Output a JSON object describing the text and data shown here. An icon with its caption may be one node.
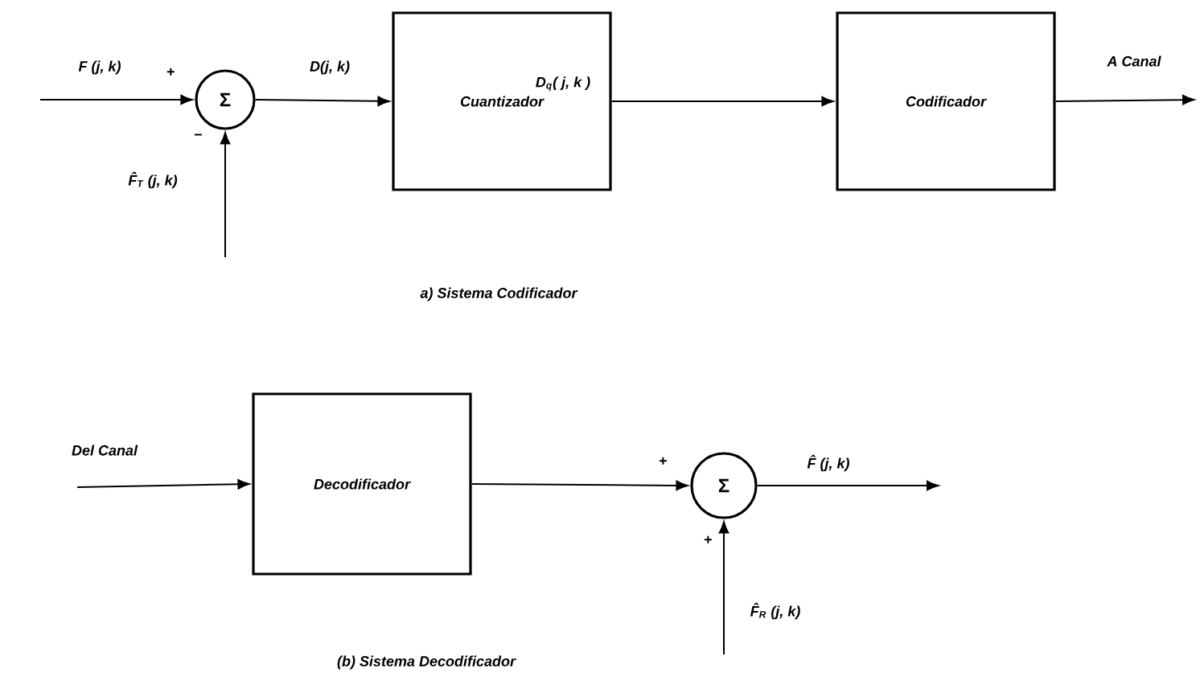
{
  "diagram": {
    "nodes": [
      {
        "text": [
          "Σ"
        ]
      },
      {
        "text": [
          "Cuantizador"
        ]
      },
      {
        "text": [
          "Codificador"
        ]
      },
      {
        "text": [
          "Decodificador"
        ]
      },
      {
        "text": [
          "Σ"
        ]
      }
    ],
    "edges": [
      {
        "from": null,
        "to": 0,
        "arrow": "to",
        "label": "F (j, k)"
      },
      {
        "from": null,
        "to": 0,
        "arrow": "to",
        "label": "F̂$_{T}$ (j, k)"
      },
      {
        "from": 0,
        "to": 1,
        "arrow": "to",
        "label": "D(j, k)"
      },
      {
        "from": 1,
        "to": 2,
        "arrow": "to",
        "label": "D$_{q}$( j, k )"
      },
      {
        "from": 2,
        "to": null,
        "arrow": "to",
        "label": "A Canal"
      },
      {
        "from": null,
        "to": 3,
        "arrow": "to",
        "label": "Del Canal"
      },
      {
        "from": 3,
        "to": 4,
        "arrow": "to"
      },
      {
        "from": null,
        "to": 4,
        "arrow": "to",
        "label": "F̂$_{R}$ (j, k)"
      },
      {
        "from": 4,
        "to": null,
        "arrow": "to",
        "label": "F̂ (j, k)"
      }
    ],
    "labels": [
      "+",
      "−",
      "a) Sistema Codificador",
      "+",
      "+",
      "(b) Sistema Decodificador"
    ]
  }
}
